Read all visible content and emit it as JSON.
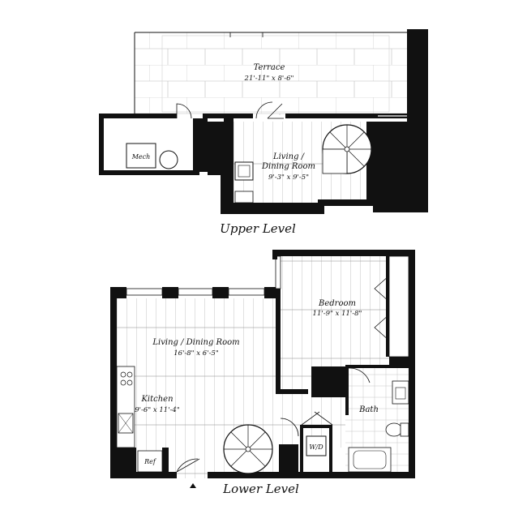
{
  "levels": {
    "upper": "Upper Level",
    "lower": "Lower Level"
  },
  "rooms": {
    "terrace": {
      "name": "Terrace",
      "dims": "21'-11\" x 8'-6\""
    },
    "mech": {
      "name": "Mech"
    },
    "upper_living": {
      "name_line1": "Living /",
      "name_line2": "Dining Room",
      "dims": "9'-3\" x 9'-5\""
    },
    "bedroom": {
      "name": "Bedroom",
      "dims": "11'-9\" x 11'-8\""
    },
    "lower_living": {
      "name": "Living / Dining Room",
      "dims": "16'-8\" x 6'-5\""
    },
    "kitchen": {
      "name": "Kitchen",
      "dims": "9'-6\" x 11'-4\""
    },
    "bath": {
      "name": "Bath"
    },
    "wd": {
      "name": "W/D"
    },
    "ref": {
      "name": "Ref"
    }
  },
  "colors": {
    "wall": "#111111",
    "floor_lines": "#999999",
    "background": "#ffffff"
  }
}
